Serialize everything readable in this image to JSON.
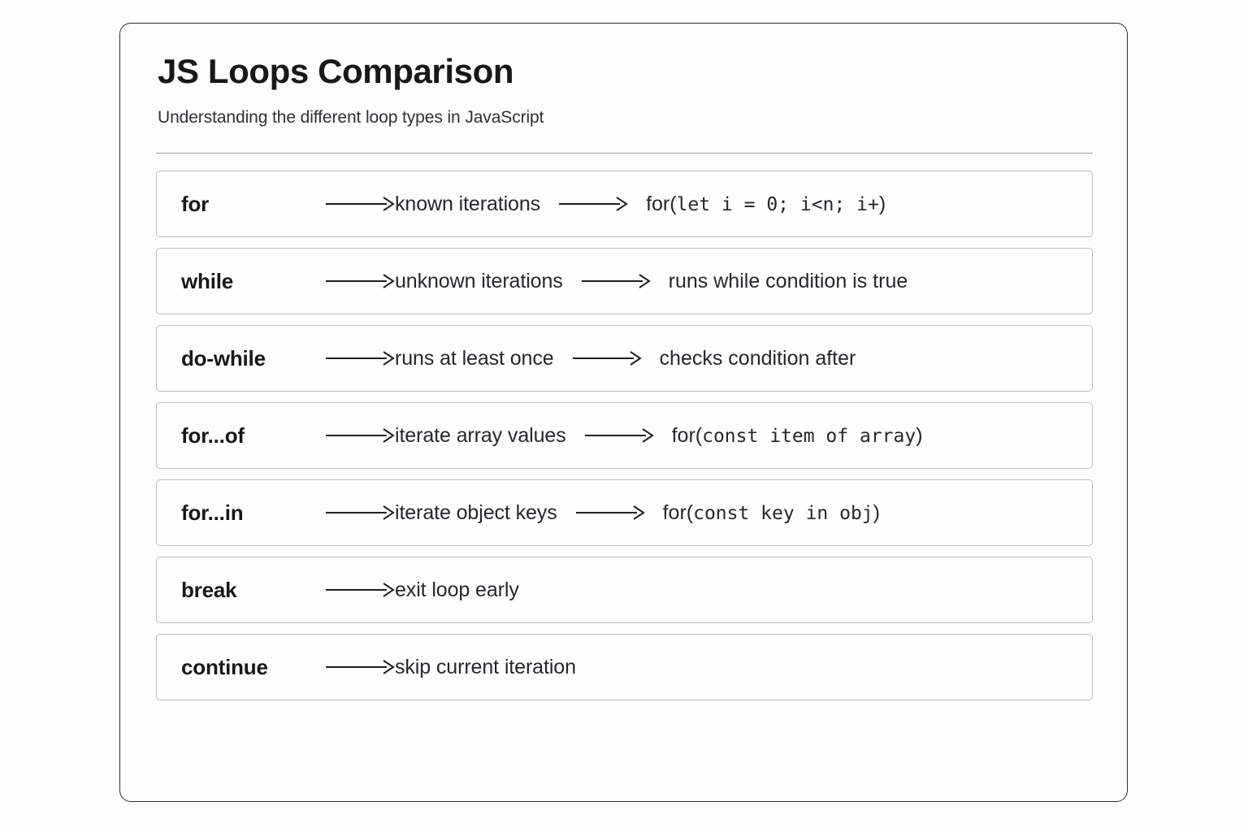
{
  "header": {
    "title": "JS Loops Comparison",
    "subtitle": "Understanding the different loop types in JavaScript"
  },
  "arrow_glyph": "long-right-arrow",
  "colors": {
    "page_background": "#fdfdfd",
    "card_border": "#2c2f33",
    "row_border": "#b9bec4",
    "divider": "#9aa0a6",
    "text_primary": "#16181a",
    "text_secondary": "#25282b"
  },
  "rows": [
    {
      "keyword": "for",
      "description": "known iterations",
      "code_prefix": "for(",
      "code_mono": "let i = 0; i<n; i+",
      "code_suffix": ")",
      "has_code": true
    },
    {
      "keyword": "while",
      "description": "unknown iterations",
      "code_prefix": "",
      "code_mono": "",
      "code_suffix": "runs while condition is true",
      "has_code": true
    },
    {
      "keyword": "do-while",
      "description": "runs at least once",
      "code_prefix": "",
      "code_mono": "",
      "code_suffix": "checks condition after",
      "has_code": true
    },
    {
      "keyword": "for...of",
      "description": "iterate array values",
      "code_prefix": "for(",
      "code_mono": "const item of array",
      "code_suffix": ")",
      "has_code": true
    },
    {
      "keyword": "for...in",
      "description": "iterate object keys",
      "code_prefix": "for(",
      "code_mono": "const key in obj",
      "code_suffix": ")",
      "has_code": true
    },
    {
      "keyword": "break",
      "description": "exit loop early",
      "code_prefix": "",
      "code_mono": "",
      "code_suffix": "",
      "has_code": false
    },
    {
      "keyword": "continue",
      "description": "skip current iteration",
      "code_prefix": "",
      "code_mono": "",
      "code_suffix": "",
      "has_code": false
    }
  ]
}
